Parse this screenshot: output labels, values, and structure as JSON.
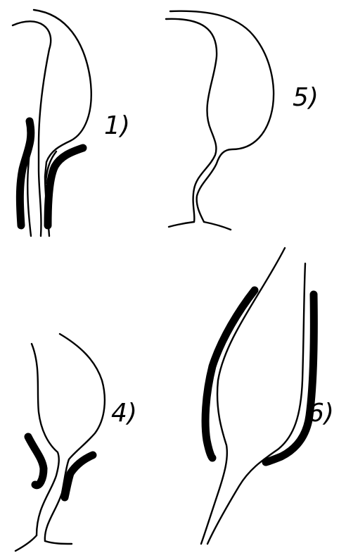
{
  "panels": [
    {
      "id": "1",
      "label": "1)"
    },
    {
      "id": "5",
      "label": "5)"
    },
    {
      "id": "4",
      "label": "4)"
    },
    {
      "id": "6",
      "label": "6)"
    }
  ],
  "colors": {
    "ink": "#000000",
    "background": "#ffffff"
  }
}
